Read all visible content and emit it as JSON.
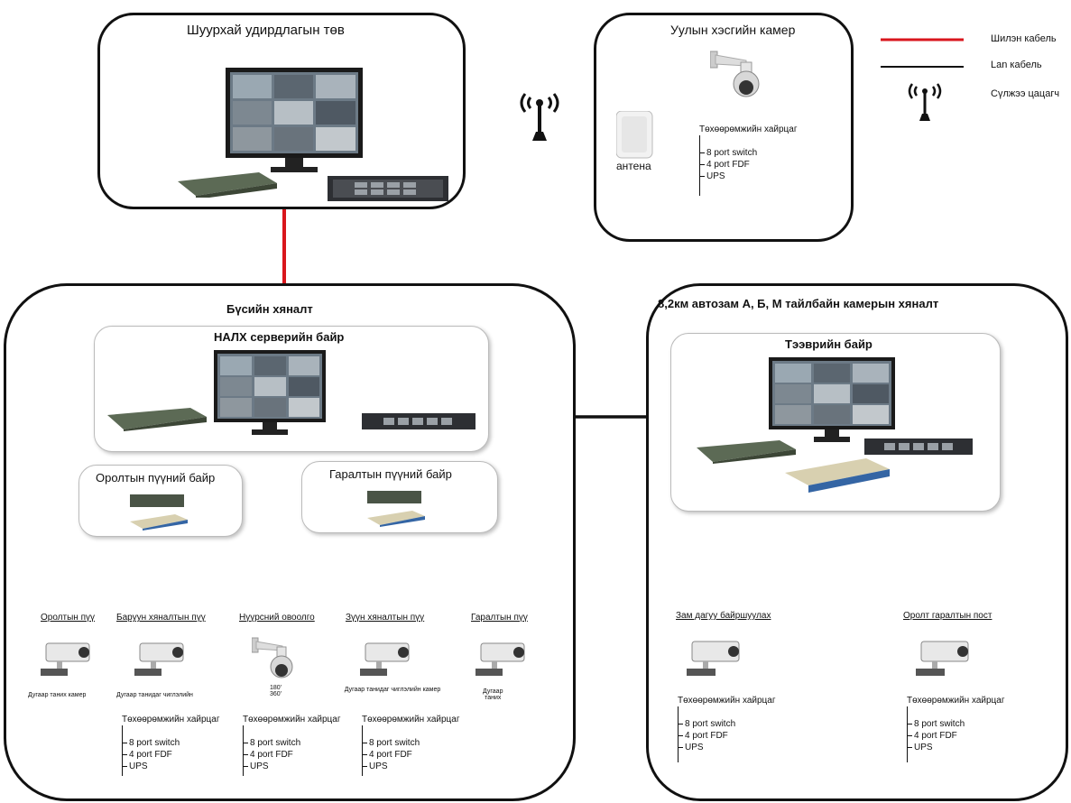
{
  "control_center": {
    "title": "Шуурхай удирдлагын төв"
  },
  "mountain_camera": {
    "title": "Уулын хэсгийн камер",
    "antenna_label": "антена",
    "cabinet_title": "Төхөөрөмжийн хайрцаг",
    "items": [
      "8 port  switch",
      "4 port FDF",
      "UPS"
    ]
  },
  "legend": {
    "fiber": "Шилэн кабель",
    "lan": "Lan кабель",
    "access_point": "Сүлжээ цацагч"
  },
  "colors": {
    "fiber": "#d9161c",
    "lan": "#111111"
  },
  "boundary": {
    "title": "Бүсийн хяналт",
    "server_building": "НАЛХ серверийн байр",
    "entry_gate": "Оролтын пүүний байр",
    "exit_gate": "Гаралтын пүүний байр",
    "points": [
      {
        "name": "Оролтын пүү",
        "note": "Дугаар таних камер"
      },
      {
        "name": "Баруун хяналтын пүү",
        "note": "Дугаар танидаг чиглэлийн"
      },
      {
        "name": "Нүүрсний овоолго",
        "note": "180'\n360'"
      },
      {
        "name": "Зүүн хяналтын пүү",
        "note": "Дугаар танидаг чиглэлийн камер"
      },
      {
        "name": "Гаралтын пүү",
        "note": "Дугаар\nтаних"
      }
    ],
    "cabinet_title": "Төхөөрөмжийн хайрцаг",
    "items": [
      "8 port  switch",
      "4 port FDF",
      "UPS"
    ]
  },
  "highway": {
    "title": "8,2км автозам А, Б, М тайлбайн камерын хяналт",
    "transport_building": "Тээврийн байр",
    "roadside": "Зам дагуу байршуулах",
    "gate_post": "Оролт гаралтын пост",
    "cabinet_title": "Төхөөрөмжийн хайрцаг",
    "items": [
      "8 port  switch",
      "4 port FDF",
      "UPS"
    ]
  }
}
